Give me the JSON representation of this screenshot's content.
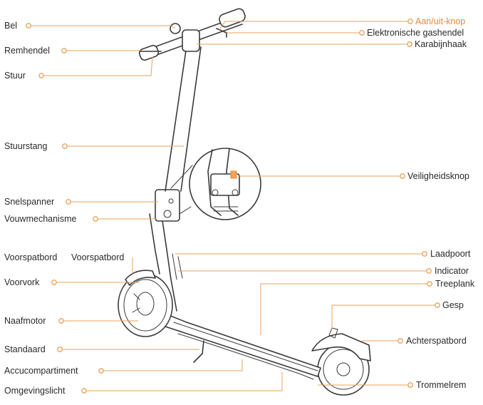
{
  "labels": {
    "bel": "Bel",
    "remhendel": "Remhendel",
    "stuur": "Stuur",
    "stuurstang": "Stuurstang",
    "snelspanner": "Snelspanner",
    "vouwmechanisme": "Vouwmechanisme",
    "voorspatbord": "Voorspatbord",
    "voorvork": "Voorvork",
    "naafmotor": "Naafmotor",
    "standaard": "Standaard",
    "accucompartiment": "Accucompartiment",
    "omgevingslicht": "Omgevingslicht",
    "aan_uit_knop": "Aan/uit-knop",
    "gashendel": "Elektronische gashendel",
    "karabijnhaak": "Karabijnhaak",
    "veiligheidsknop": "Veiligheidsknop",
    "laadpoort": "Laadpoort",
    "indicator": "Indicator",
    "treeplank": "Treeplank",
    "gesp": "Gesp",
    "achterspatbord": "Achterspatbord",
    "trommelrem": "Trommelrem"
  },
  "colors": {
    "accent": "#e8893a",
    "leader": "#e8a25a",
    "ink": "#3a3a3a",
    "text": "#2a2a2a"
  }
}
